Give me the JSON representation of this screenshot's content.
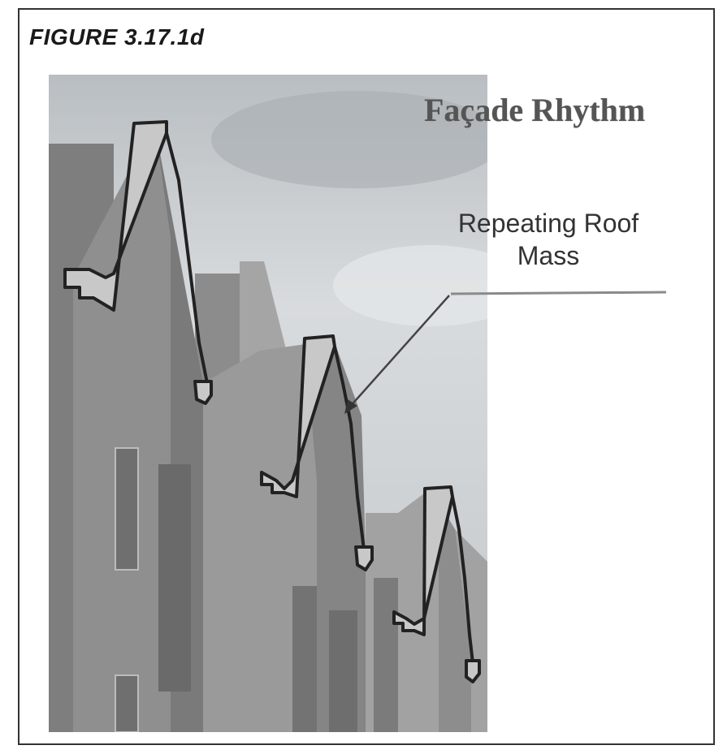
{
  "figure_label": "FIGURE 3.17.1d",
  "title": "Façade Rhythm",
  "callout": {
    "line1": "Repeating Roof",
    "line2": "Mass"
  },
  "colors": {
    "border": "#333333",
    "sky": "#c9cdd0",
    "building": "#8a8a8a",
    "roof_outline": "#222222"
  },
  "icons": [
    "leader-arrow-icon"
  ]
}
